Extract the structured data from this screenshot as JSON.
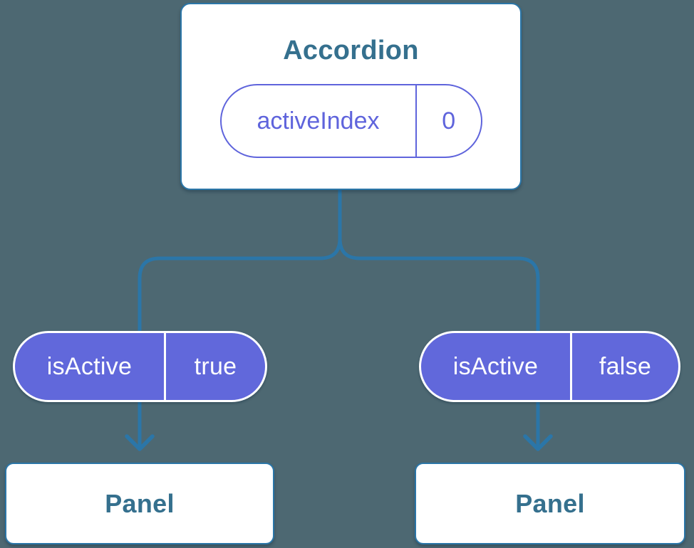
{
  "colors": {
    "background": "#4D6872",
    "connector_blue": "#2B76A8",
    "card_border_blue": "#2B76A8",
    "card_background": "#FFFFFF",
    "heading_text_blue": "#35708E",
    "state_accent_purple": "#5F64DC",
    "prop_pill_purple": "#6168DB",
    "prop_pill_text": "#FFFFFF"
  },
  "tree": {
    "root": {
      "title": "Accordion",
      "state": {
        "name": "activeIndex",
        "value": "0"
      }
    },
    "children": [
      {
        "prop": {
          "name": "isActive",
          "value": "true"
        },
        "title": "Panel"
      },
      {
        "prop": {
          "name": "isActive",
          "value": "false"
        },
        "title": "Panel"
      }
    ]
  }
}
